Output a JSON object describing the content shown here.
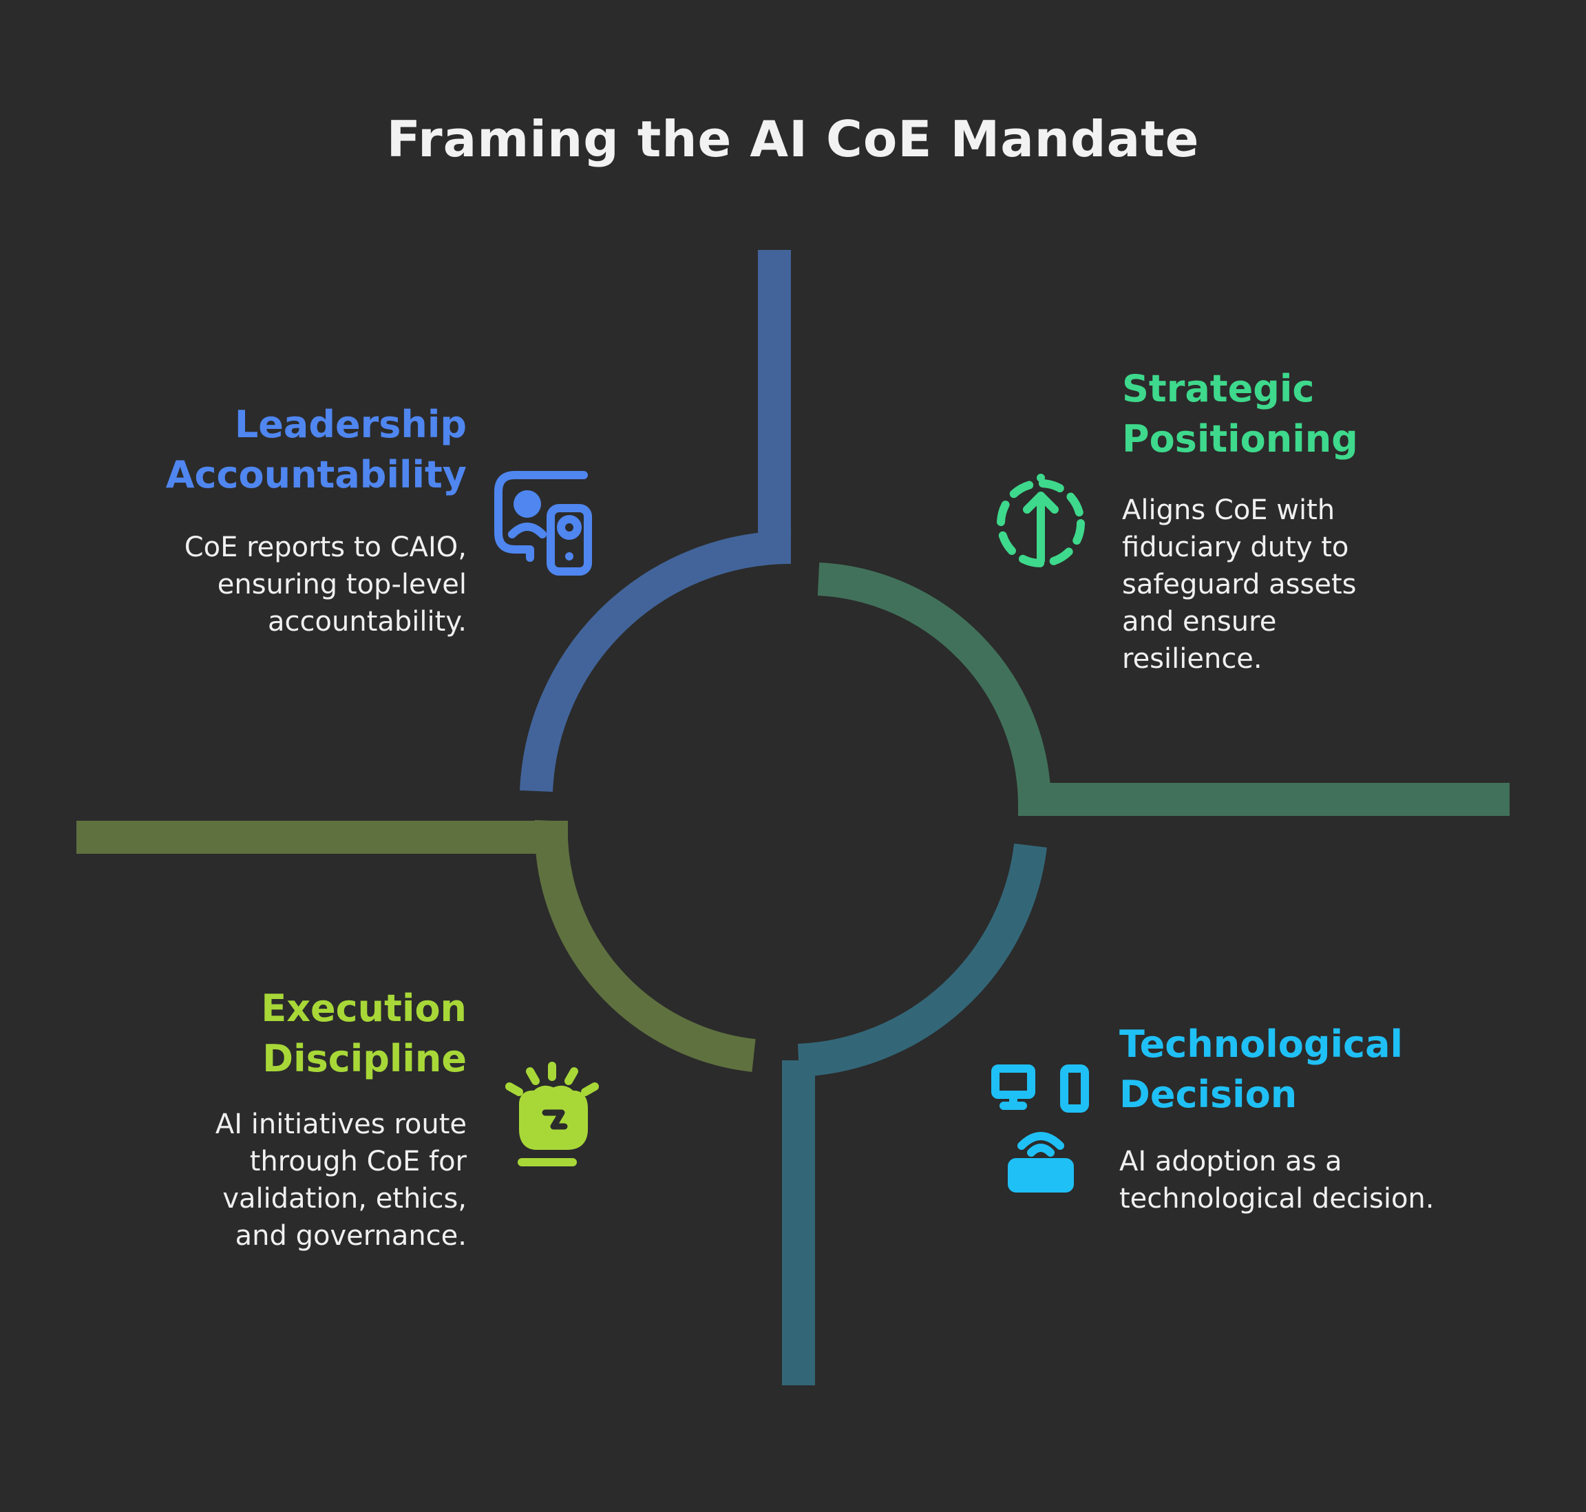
{
  "title": "Framing the AI CoE Mandate",
  "colors": {
    "background": "#2b2b2b",
    "leadership": "#4f86f0",
    "strategic": "#3ed98c",
    "execution": "#a8d838",
    "technological": "#1fc0f5",
    "ring_blue": "#42649a",
    "ring_green": "#41715a",
    "ring_olive": "#5f713f",
    "ring_teal": "#336778"
  },
  "sections": {
    "leadership": {
      "heading": [
        "Leadership",
        "Accountability"
      ],
      "description": [
        "CoE reports to CAIO,",
        "ensuring top-level",
        "accountability."
      ],
      "icon": "people-chat-icon"
    },
    "strategic": {
      "heading": [
        "Strategic",
        "Positioning"
      ],
      "description": [
        "Aligns CoE with",
        "fiduciary duty to",
        "safeguard assets",
        "and ensure",
        "resilience."
      ],
      "icon": "upward-arrow-circle-icon"
    },
    "execution": {
      "heading": [
        "Execution",
        "Discipline"
      ],
      "description": [
        "AI initiatives route",
        "through CoE for",
        "validation, ethics,",
        "and governance."
      ],
      "icon": "fist-impact-icon"
    },
    "technological": {
      "heading": [
        "Technological",
        "Decision"
      ],
      "description": [
        "AI adoption as a",
        "technological decision."
      ],
      "icon": "network-devices-icon"
    }
  }
}
